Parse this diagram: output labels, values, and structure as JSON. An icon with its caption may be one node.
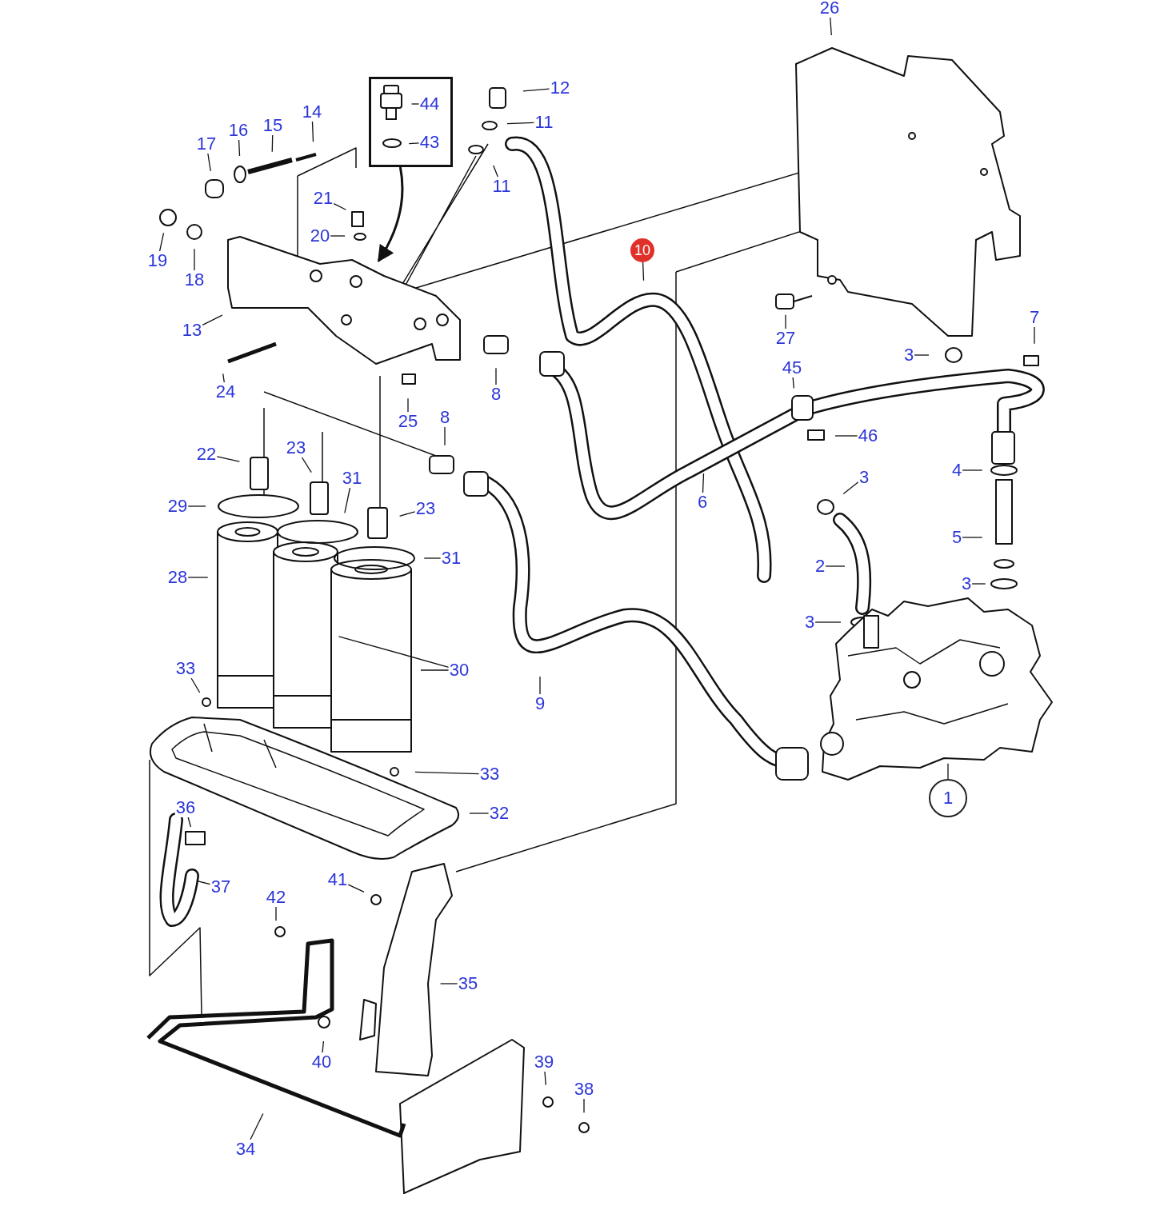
{
  "diagram": {
    "nodes": [
      {
        "text": [
          "26"
        ]
      },
      {
        "text": [],
        "shape": "box"
      },
      {
        "text": [
          "44"
        ],
        "in": 1
      },
      {
        "text": [
          "43"
        ],
        "in": 1
      },
      {
        "text": [
          "12"
        ]
      },
      {
        "text": [
          "11"
        ]
      },
      {
        "text": [
          "14"
        ]
      },
      {
        "text": [
          "17"
        ]
      },
      {
        "text": [
          "16"
        ]
      },
      {
        "text": [
          "15"
        ]
      },
      {
        "text": [
          "11"
        ]
      },
      {
        "text": [
          "21"
        ]
      },
      {
        "text": [
          "20"
        ]
      },
      {
        "text": [
          "19"
        ]
      },
      {
        "text": [
          "18"
        ]
      },
      {
        "text": [
          "10"
        ]
      },
      {
        "text": [
          "13"
        ]
      },
      {
        "text": [
          "27"
        ]
      },
      {
        "text": [
          "7"
        ]
      },
      {
        "text": [
          "3"
        ]
      },
      {
        "text": [
          "45"
        ]
      },
      {
        "text": [
          "24"
        ]
      },
      {
        "text": [
          "8"
        ]
      },
      {
        "text": [
          "25"
        ]
      },
      {
        "text": [
          "46"
        ]
      },
      {
        "text": [
          "8"
        ]
      },
      {
        "text": [
          "22"
        ]
      },
      {
        "text": [
          "23"
        ]
      },
      {
        "text": [
          "31"
        ]
      },
      {
        "text": [
          "3"
        ]
      },
      {
        "text": [
          "4"
        ]
      },
      {
        "text": [
          "29"
        ]
      },
      {
        "text": [
          "23"
        ]
      },
      {
        "text": [
          "6"
        ]
      },
      {
        "text": [
          "31"
        ]
      },
      {
        "text": [
          "5"
        ]
      },
      {
        "text": [
          "28"
        ]
      },
      {
        "text": [
          "2"
        ]
      },
      {
        "text": [
          "3"
        ]
      },
      {
        "text": [
          "3"
        ]
      },
      {
        "text": [
          "30"
        ]
      },
      {
        "text": [
          "33"
        ]
      },
      {
        "text": [
          "9"
        ]
      },
      {
        "text": [
          "33"
        ]
      },
      {
        "text": [
          "32"
        ]
      },
      {
        "text": [
          "1"
        ]
      },
      {
        "text": [
          "36"
        ]
      },
      {
        "text": [
          "37"
        ]
      },
      {
        "text": [
          "41"
        ]
      },
      {
        "text": [
          "42"
        ]
      },
      {
        "text": [
          "35"
        ]
      },
      {
        "text": [
          "40"
        ]
      },
      {
        "text": [
          "39"
        ]
      },
      {
        "text": [
          "38"
        ]
      },
      {
        "text": [
          "34"
        ]
      }
    ],
    "edges": [
      {
        "from": 0,
        "to": null,
        "arrow": "none"
      },
      {
        "from": 1,
        "to": null,
        "arrow": "to"
      },
      {
        "from": 2,
        "to": null,
        "arrow": "none"
      },
      {
        "from": 3,
        "to": null,
        "arrow": "none"
      },
      {
        "from": 4,
        "to": null,
        "arrow": "none"
      },
      {
        "from": 5,
        "to": null,
        "arrow": "none"
      },
      {
        "from": 6,
        "to": null,
        "arrow": "none"
      },
      {
        "from": 7,
        "to": null,
        "arrow": "none"
      },
      {
        "from": 8,
        "to": null,
        "arrow": "none"
      },
      {
        "from": 9,
        "to": null,
        "arrow": "none"
      },
      {
        "from": 10,
        "to": null,
        "arrow": "none"
      },
      {
        "from": 11,
        "to": null,
        "arrow": "none"
      },
      {
        "from": 12,
        "to": null,
        "arrow": "none"
      },
      {
        "from": 13,
        "to": null,
        "arrow": "none"
      },
      {
        "from": 14,
        "to": null,
        "arrow": "none"
      },
      {
        "from": 15,
        "to": null,
        "arrow": "none"
      },
      {
        "from": 16,
        "to": null,
        "arrow": "none"
      },
      {
        "from": 17,
        "to": null,
        "arrow": "none"
      },
      {
        "from": 18,
        "to": null,
        "arrow": "none"
      },
      {
        "from": 19,
        "to": null,
        "arrow": "none"
      },
      {
        "from": 20,
        "to": null,
        "arrow": "none"
      },
      {
        "from": 21,
        "to": null,
        "arrow": "none"
      },
      {
        "from": 22,
        "to": null,
        "arrow": "none"
      },
      {
        "from": 23,
        "to": null,
        "arrow": "none"
      },
      {
        "from": 24,
        "to": null,
        "arrow": "none"
      },
      {
        "from": 25,
        "to": null,
        "arrow": "none"
      },
      {
        "from": 26,
        "to": null,
        "arrow": "none"
      },
      {
        "from": 27,
        "to": null,
        "arrow": "none"
      },
      {
        "from": 28,
        "to": null,
        "arrow": "none"
      },
      {
        "from": 29,
        "to": null,
        "arrow": "none"
      },
      {
        "from": 30,
        "to": null,
        "arrow": "none"
      },
      {
        "from": 31,
        "to": null,
        "arrow": "none"
      },
      {
        "from": 32,
        "to": null,
        "arrow": "none"
      },
      {
        "from": 33,
        "to": null,
        "arrow": "none"
      },
      {
        "from": 34,
        "to": null,
        "arrow": "none"
      },
      {
        "from": 35,
        "to": null,
        "arrow": "none"
      },
      {
        "from": 36,
        "to": null,
        "arrow": "none"
      },
      {
        "from": 37,
        "to": null,
        "arrow": "none"
      },
      {
        "from": 38,
        "to": null,
        "arrow": "none"
      },
      {
        "from": 39,
        "to": null,
        "arrow": "none"
      },
      {
        "from": 40,
        "to": null,
        "arrow": "none"
      },
      {
        "from": 40,
        "to": null,
        "arrow": "none"
      },
      {
        "from": 41,
        "to": null,
        "arrow": "none"
      },
      {
        "from": 42,
        "to": null,
        "arrow": "none"
      },
      {
        "from": 43,
        "to": null,
        "arrow": "none"
      },
      {
        "from": 44,
        "to": null,
        "arrow": "none"
      },
      {
        "from": 45,
        "to": null,
        "arrow": "none"
      },
      {
        "from": 46,
        "to": null,
        "arrow": "none"
      },
      {
        "from": 47,
        "to": null,
        "arrow": "none"
      },
      {
        "from": 48,
        "to": null,
        "arrow": "none"
      },
      {
        "from": 49,
        "to": null,
        "arrow": "none"
      },
      {
        "from": 50,
        "to": null,
        "arrow": "none"
      },
      {
        "from": 51,
        "to": null,
        "arrow": "none"
      },
      {
        "from": 52,
        "to": null,
        "arrow": "none"
      },
      {
        "from": 53,
        "to": null,
        "arrow": "none"
      },
      {
        "from": 54,
        "to": null,
        "arrow": "none"
      }
    ]
  }
}
